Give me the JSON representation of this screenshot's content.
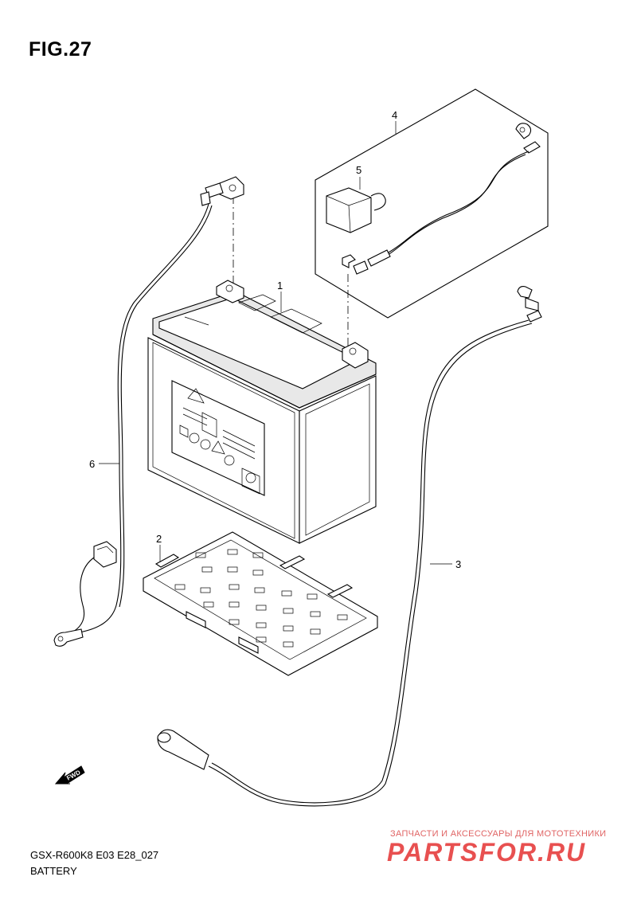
{
  "figure": {
    "title": "FIG.27"
  },
  "footer": {
    "model_code": "GSX-R600K8 E03 E28_027",
    "section_name": "BATTERY"
  },
  "callouts": [
    "1",
    "2",
    "3",
    "4",
    "5",
    "6"
  ],
  "fwd_label": "FWD",
  "watermark": {
    "tagline": "ЗАПЧАСТИ И АКСЕССУАРЫ ДЛЯ МОТОТЕХНИКИ",
    "logo": "PARTSFOR.RU"
  }
}
